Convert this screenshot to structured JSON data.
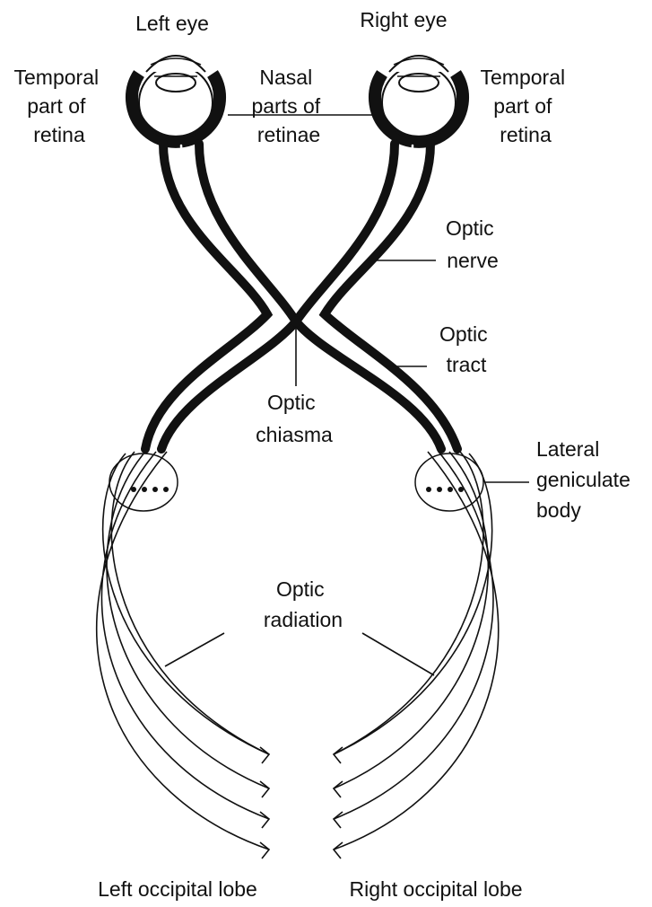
{
  "colors": {
    "ink": "#111111",
    "background": "#ffffff"
  },
  "labels": {
    "left_eye": "Left eye",
    "right_eye": "Right eye",
    "temporal_left": [
      "Temporal",
      "part of",
      "retina"
    ],
    "nasal": [
      "Nasal",
      "parts of",
      "retinae"
    ],
    "temporal_right": [
      "Temporal",
      "part of",
      "retina"
    ],
    "optic_nerve": [
      "Optic",
      "nerve"
    ],
    "optic_tract": [
      "Optic",
      "tract"
    ],
    "optic_chiasma": [
      "Optic",
      "chiasma"
    ],
    "lateral_geniculate": [
      "Lateral",
      "geniculate",
      "body"
    ],
    "optic_radiation": [
      "Optic",
      "radiation"
    ],
    "left_occipital": "Left occipital lobe",
    "right_occipital": "Right occipital lobe"
  }
}
